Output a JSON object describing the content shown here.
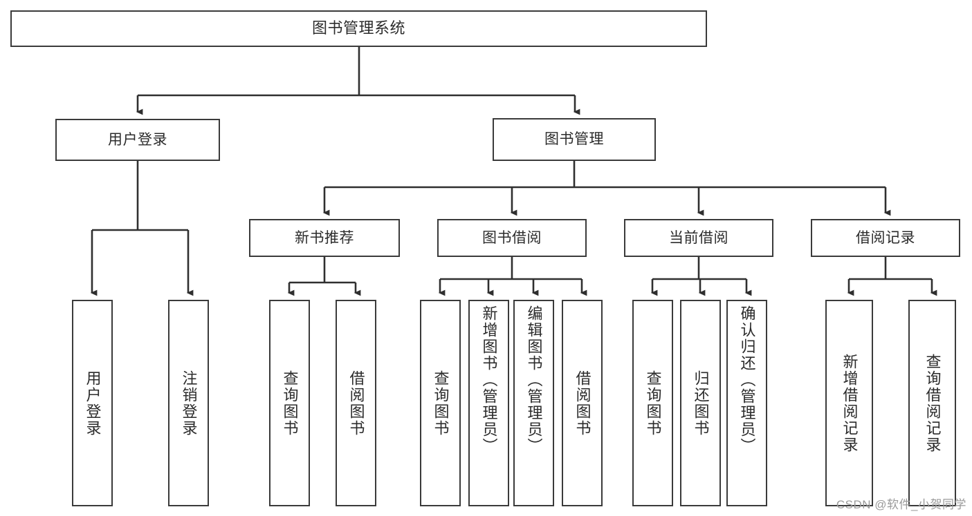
{
  "diagram": {
    "title": "图书管理系统",
    "watermark": "CSDN @软件_小贺同学",
    "colors": {
      "border": "#3a3a3a",
      "text": "#2b2b2b",
      "background": "#ffffff",
      "edge": "#2f2f2f",
      "watermark": "#9a9a9a"
    },
    "root": {
      "label": "图书管理系统"
    },
    "level1": [
      {
        "label": "用户登录"
      },
      {
        "label": "图书管理"
      }
    ],
    "level2": [
      {
        "label": "新书推荐"
      },
      {
        "label": "图书借阅"
      },
      {
        "label": "当前借阅"
      },
      {
        "label": "借阅记录"
      }
    ],
    "leaves": {
      "user_login": [
        {
          "label": "用户登录"
        },
        {
          "label": "注销登录"
        }
      ],
      "new_book_recommend": [
        {
          "label": "查询图书"
        },
        {
          "label": "借阅图书"
        }
      ],
      "book_borrow": [
        {
          "label": "查询图书"
        },
        {
          "label": "新增图书（管理员）"
        },
        {
          "label": "编辑图书（管理员）"
        },
        {
          "label": "借阅图书"
        }
      ],
      "current_borrow": [
        {
          "label": "查询图书"
        },
        {
          "label": "归还图书"
        },
        {
          "label": "确认归还（管理员）"
        }
      ],
      "borrow_record": [
        {
          "label": "新增借阅记录"
        },
        {
          "label": "查询借阅记录"
        }
      ]
    }
  }
}
